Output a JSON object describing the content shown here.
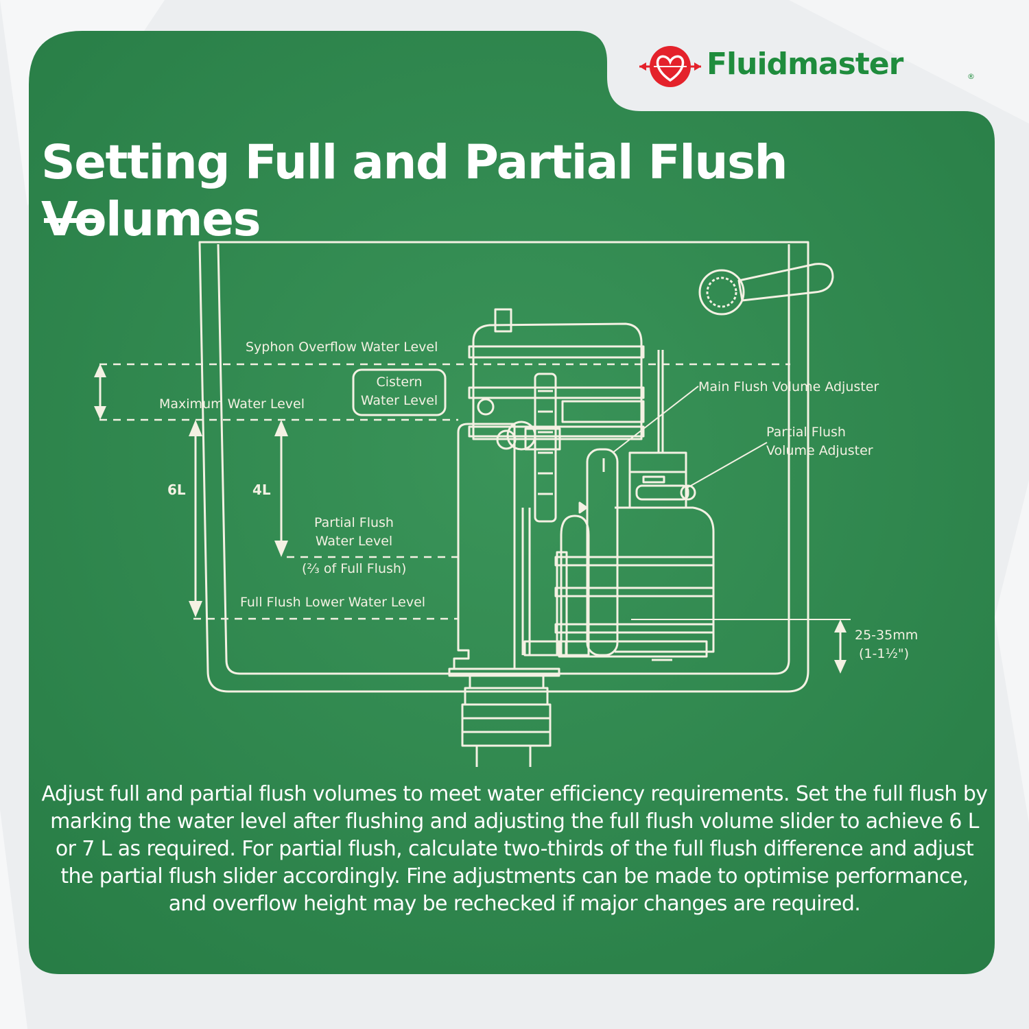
{
  "brand": {
    "name": "Fluidmaster",
    "registered": "®",
    "colors": {
      "green": "#1f8c3d",
      "red": "#e4222b",
      "panel": "#2f8a50",
      "line": "#f4f1e3"
    }
  },
  "title": "Setting Full and Partial Flush Volumes",
  "diagram": {
    "labels": {
      "syphon_overflow": "Syphon Overflow Water Level",
      "maximum_water": "Maximum Water Level",
      "cistern_water": [
        "Cistern",
        "Water Level"
      ],
      "volume_6l": "6L",
      "volume_4l": "4L",
      "partial_flush_water": [
        "Partial Flush",
        "Water Level"
      ],
      "two_thirds": "(⅔ of Full Flush)",
      "full_flush_lower": "Full Flush Lower Water Level",
      "main_flush_adjuster": "Main Flush Volume Adjuster",
      "partial_flush_adjuster": [
        "Partial Flush",
        "Volume Adjuster"
      ],
      "gap_mm": "25-35mm",
      "gap_in": "(1-1½\")"
    }
  },
  "description": "Adjust full and partial flush volumes to meet water efficiency requirements. Set the full flush by marking the water level after flushing and adjusting the full flush volume slider to achieve 6 L or 7 L as required. For partial flush, calculate two-thirds of the full flush difference and adjust the partial flush slider accordingly. Fine adjustments can be made to optimise performance, and overflow height may be rechecked if major changes are required."
}
